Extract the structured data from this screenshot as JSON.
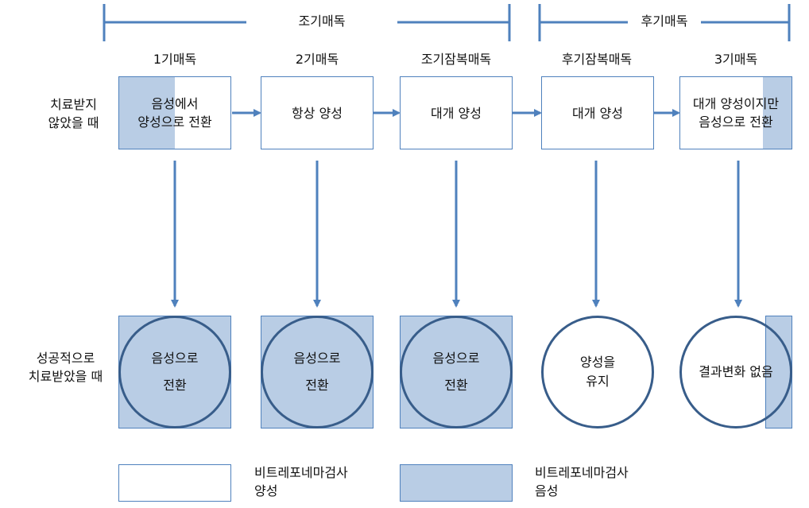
{
  "periods": {
    "early": "조기매독",
    "late": "후기매독"
  },
  "stages": [
    "1기매독",
    "2기매독",
    "조기잠복매독",
    "후기잠복매독",
    "3기매독"
  ],
  "row_labels": {
    "untreated": "치료받지\n않았을 때",
    "treated": "성공적으로\n치료받았을 때"
  },
  "untreated_boxes": [
    {
      "text": "음성에서\n양성으로 전환",
      "negative_fraction": 0.5
    },
    {
      "text": "항상 양성",
      "negative_fraction": 0
    },
    {
      "text": "대개 양성",
      "negative_fraction": 0
    },
    {
      "text": "대개 양성",
      "negative_fraction": 0
    },
    {
      "text": "대개 양성이지만\n음성으로 전환",
      "negative_fraction": 0.25
    }
  ],
  "treated_results": [
    "음성으로\n전환",
    "음성으로\n전환",
    "음성으로\n전환",
    "양성을\n유지",
    "결과변화 없음"
  ],
  "legend": {
    "positive": "비트레포네마검사\n양성",
    "negative": "비트레포네마검사\n음성"
  },
  "colors": {
    "line": "#4f81bd",
    "negative_fill": "#b9cde5",
    "circle_border": "#385d8a"
  }
}
